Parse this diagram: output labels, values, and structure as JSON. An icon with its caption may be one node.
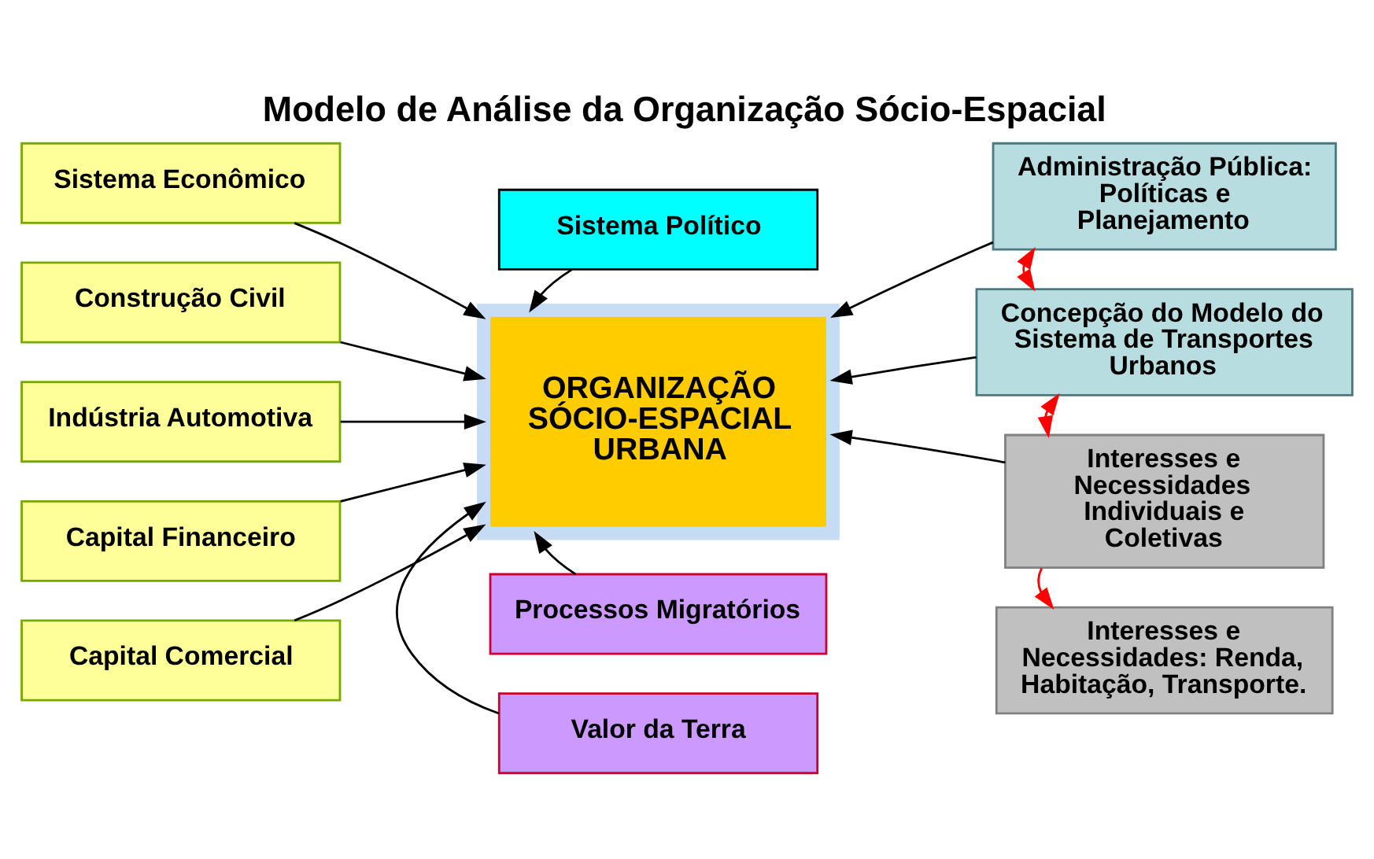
{
  "diagram": {
    "title": "Modelo de Análise da Organização Sócio-Espacial",
    "nodes": [
      {
        "text": [
          "Sistema Econômico"
        ]
      },
      {
        "text": [
          "Construção Civil"
        ]
      },
      {
        "text": [
          "Indústria Automotiva"
        ]
      },
      {
        "text": [
          "Capital Financeiro"
        ]
      },
      {
        "text": [
          "Capital Comercial"
        ]
      },
      {
        "text": [
          "Sistema Político"
        ]
      },
      {
        "text": [
          "ORGANIZAÇÃO SÓCIO-ESPACIAL URBANA"
        ]
      },
      {
        "text": [
          "Processos Migratórios"
        ]
      },
      {
        "text": [
          "Valor da Terra"
        ]
      },
      {
        "text": [
          "Administração Pública: Políticas e Planejamento"
        ]
      },
      {
        "text": [
          "Concepção do Modelo do Sistema de Transportes Urbanos"
        ]
      },
      {
        "text": [
          "Interesses e Necessidades Individuais e Coletivas"
        ]
      },
      {
        "text": [
          "Interesses e Necessidades: Renda, Habitação, Transporte."
        ]
      }
    ],
    "edges": [
      {
        "from": 0,
        "to": 6,
        "arrow": "to"
      },
      {
        "from": 1,
        "to": 6,
        "arrow": "to"
      },
      {
        "from": 2,
        "to": 6,
        "arrow": "to"
      },
      {
        "from": 3,
        "to": 6,
        "arrow": "to"
      },
      {
        "from": 4,
        "to": 6,
        "arrow": "to"
      },
      {
        "from": 5,
        "to": 6,
        "arrow": "to"
      },
      {
        "from": 7,
        "to": 6,
        "arrow": "to"
      },
      {
        "from": 8,
        "to": 6,
        "arrow": "to"
      },
      {
        "from": 9,
        "to": 6,
        "arrow": "to"
      },
      {
        "from": 10,
        "to": 6,
        "arrow": "to"
      },
      {
        "from": 11,
        "to": 6,
        "arrow": "to"
      },
      {
        "from": 9,
        "to": 10,
        "arrow": "both",
        "color": "#ff0000"
      },
      {
        "from": 10,
        "to": 11,
        "arrow": "both",
        "color": "#ff0000"
      },
      {
        "from": 11,
        "to": 12,
        "arrow": "to",
        "color": "#ff0000"
      }
    ]
  }
}
